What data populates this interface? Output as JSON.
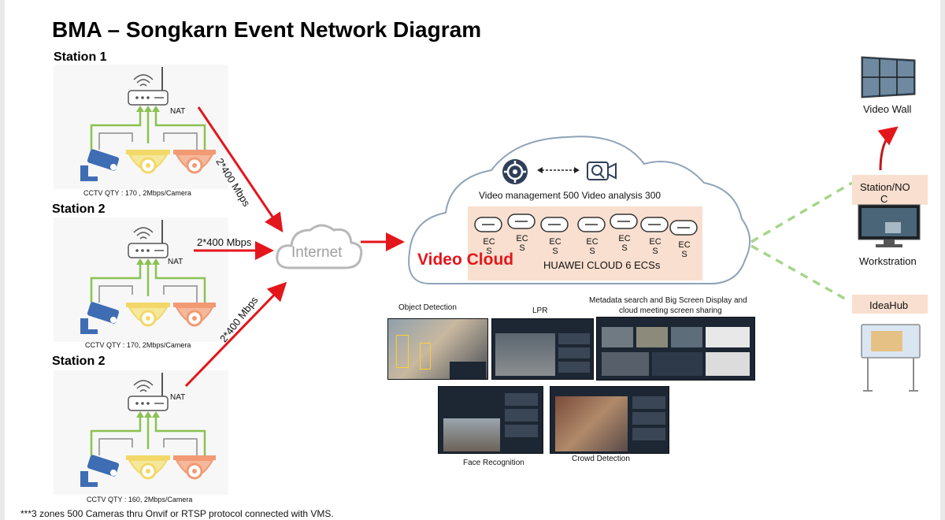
{
  "title": "BMA – Songkarn Event Network Diagram",
  "stations": [
    {
      "label": "Station 1",
      "nat": "NAT",
      "cctv": "CCTV QTY : 170 , 2Mbps/Camera",
      "link": "2*400 Mbps"
    },
    {
      "label": "Station 2",
      "nat": "NAT",
      "cctv": "CCTV QTY : 170, 2Mbps/Camera",
      "link": "2*400 Mbps"
    },
    {
      "label": "Station 2",
      "nat": "NAT",
      "cctv": "CCTV QTY : 160, 2Mbps/Camera",
      "link": "2*400 Mbps"
    }
  ],
  "internet": "Internet",
  "cloud": {
    "name": "Video Cloud",
    "management": "Video management 500",
    "analysis": "Video analysis 300",
    "ecs_labels": [
      [
        "EC",
        "S"
      ],
      [
        "EC",
        "S"
      ],
      [
        "EC",
        "S"
      ],
      [
        "EC",
        "S"
      ],
      [
        "EC",
        "S"
      ],
      [
        "EC",
        "S"
      ],
      [
        "EC",
        "S"
      ]
    ],
    "huawei": "HUAWEI CLOUD 6 ECSs"
  },
  "features": {
    "object_detection": "Object Detection",
    "lpr": "LPR",
    "metadata": [
      "Metadata search and Big Screen Display and",
      "cloud meeting screen sharing"
    ],
    "face_recognition": "Face Recognition",
    "crowd_detection": "Crowd Detection"
  },
  "right": {
    "video_wall": "Video Wall",
    "station_noc": [
      "Station/NO",
      "C"
    ],
    "workstation": "Workstration",
    "ideahub": "IdeaHub"
  },
  "footnote": "***3 zones 500 Cameras  thru Onvif or RTSP protocol connected with VMS.",
  "colors": {
    "red_arrow": "#e3161c",
    "green": "#8cc152",
    "dashed_green": "#a5d68a",
    "peach": "#f9dfcf",
    "cloud_stroke": "#8fa3b8"
  }
}
